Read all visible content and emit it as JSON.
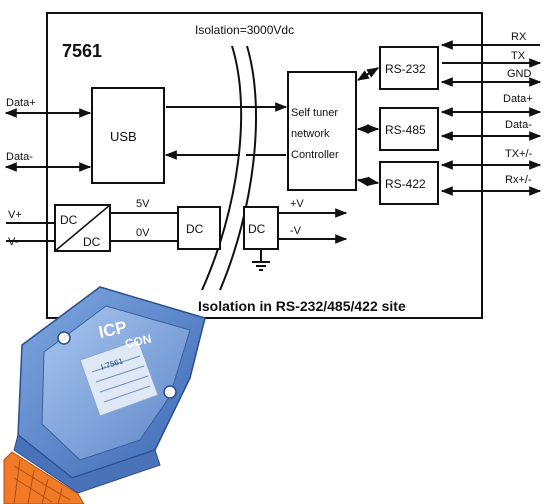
{
  "model": "7561",
  "isolation_voltage": "Isolation=3000Vdc",
  "isolation_site": "Isolation in RS-232/485/422 site",
  "blocks": {
    "usb": "USB",
    "controller": [
      "Self tuner",
      "network",
      "Controller"
    ],
    "rs232": "RS-232",
    "rs485": "RS-485",
    "rs422": "RS-422",
    "dc_dc_top": "DC",
    "dc_dc_bottom": "DC",
    "dc_mid": "DC",
    "dc_right": "DC"
  },
  "left_signals": [
    "Data+",
    "Data-",
    "V+",
    "V-"
  ],
  "power_labels": [
    "5V",
    "0V",
    "+V",
    "-V"
  ],
  "right_signals": [
    "RX",
    "TX",
    "GND",
    "Data+",
    "Data-",
    "TX+/-",
    "Rx+/-"
  ],
  "device": {
    "brand_top": "ICP",
    "brand_bottom": "CON",
    "model_text": "I-7561"
  }
}
